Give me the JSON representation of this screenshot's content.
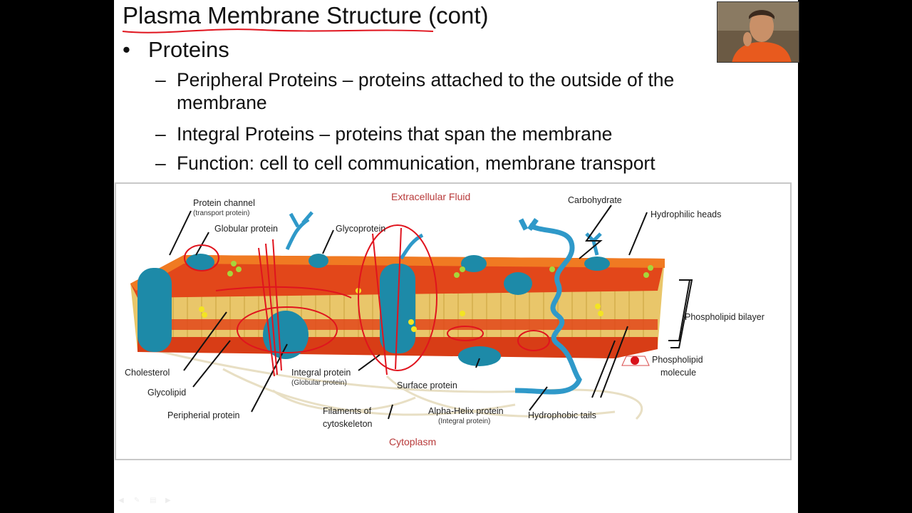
{
  "slide": {
    "title": "Plasma Membrane Structure (cont)",
    "bullet": "Proteins",
    "subpoints": [
      {
        "line1": "Peripheral Proteins – proteins attached to the outside of the",
        "line2": "membrane"
      },
      {
        "line1": "Integral Proteins – proteins that span the membrane"
      },
      {
        "line1": "Function: cell to cell communication, membrane transport"
      }
    ],
    "dash": "–",
    "bullet_dot": "•"
  },
  "diagram": {
    "top_label": "Extracellular Fluid",
    "bottom_label": "Cytoplasm",
    "labels": {
      "protein_channel": "Protein channel",
      "protein_channel_sub": "(transport protein)",
      "globular_protein": "Globular protein",
      "glycoprotein": "Glycoprotein",
      "carbohydrate": "Carbohydrate",
      "hydrophilic_heads": "Hydrophilic heads",
      "phospholipid_bilayer": "Phospholipid bilayer",
      "phospholipid_molecule_1": "Phospholipid",
      "phospholipid_molecule_2": "molecule",
      "cholesterol": "Cholesterol",
      "glycolipid": "Glycolipid",
      "peripheral_protein": "Peripherial protein",
      "integral_protein": "Integral protein",
      "integral_protein_sub": "(Globular protein)",
      "surface_protein": "Surface protein",
      "filaments_1": "Filaments of",
      "filaments_2": "cytoskeleton",
      "alpha_helix": "Alpha-Helix protein",
      "alpha_helix_sub": "(Integral protein)",
      "hydrophobic_tails": "Hydrophobic tails"
    }
  },
  "colors": {
    "head_red": "#e2471a",
    "head_orange": "#f07a22",
    "protein_blue": "#1d8aa8",
    "ink_red": "#e0141e",
    "label_red": "#b83a3a"
  }
}
